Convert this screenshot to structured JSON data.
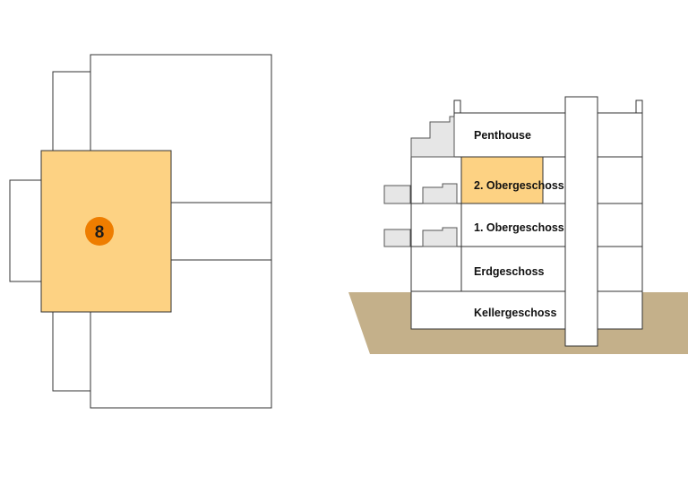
{
  "colors": {
    "highlight": "#fdd283",
    "marker": "#ee7d00",
    "ground": "#c4b08a",
    "outline": "#333333",
    "side_elements": "#e6e6e6"
  },
  "floor_plan": {
    "unit_number": "8"
  },
  "section": {
    "floors": {
      "penthouse": "Penthouse",
      "og2": "2. Obergeschoss",
      "og1": "1. Obergeschoss",
      "eg": "Erdgeschoss",
      "kg": "Kellergeschoss"
    },
    "highlighted_floor": "2. Obergeschoss"
  }
}
